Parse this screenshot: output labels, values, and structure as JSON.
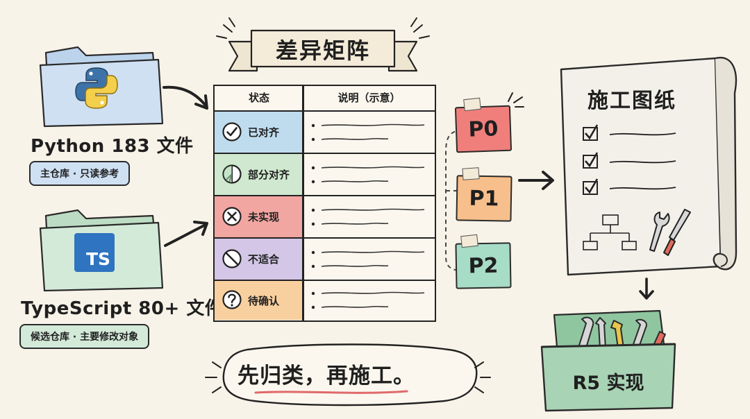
{
  "title": "差异矩阵",
  "sources": [
    {
      "label": "Python 183 文件",
      "sub": "主仓库 · 只读参考",
      "icon": "python-logo-icon",
      "badge": ""
    },
    {
      "label": "TypeScript 80+ 文件",
      "sub": "候选仓库 · 主要修改对象",
      "icon": "typescript-logo-icon",
      "badge": "TS"
    }
  ],
  "matrix": {
    "headers": [
      "状态",
      "说明（示意）"
    ],
    "rows": [
      {
        "label": "已对齐",
        "icon": "check-circle-icon",
        "color": "#bfdcef"
      },
      {
        "label": "部分对齐",
        "icon": "partial-circle-icon",
        "color": "#cfe8cf"
      },
      {
        "label": "未实现",
        "icon": "x-circle-icon",
        "color": "#f2a6a1"
      },
      {
        "label": "不适合",
        "icon": "no-circle-icon",
        "color": "#d3c6e6"
      },
      {
        "label": "待确认",
        "icon": "question-circle-icon",
        "color": "#f8cf9f"
      }
    ]
  },
  "priorities": [
    {
      "label": "P0",
      "color": "#f07f7b"
    },
    {
      "label": "P1",
      "color": "#f7bf8b"
    },
    {
      "label": "P2",
      "color": "#a7dcc7"
    }
  ],
  "blueprint": {
    "title": "施工图纸"
  },
  "toolbox": {
    "label": "R5 实现"
  },
  "slogan": "先归类，再施工。",
  "colors": {
    "paper": "#f8f3e8",
    "folder_blue": "#cfe0f3",
    "folder_green": "#d4ead9",
    "toolbox_green": "#a8d3b4",
    "underline_red": "#e0686a"
  }
}
